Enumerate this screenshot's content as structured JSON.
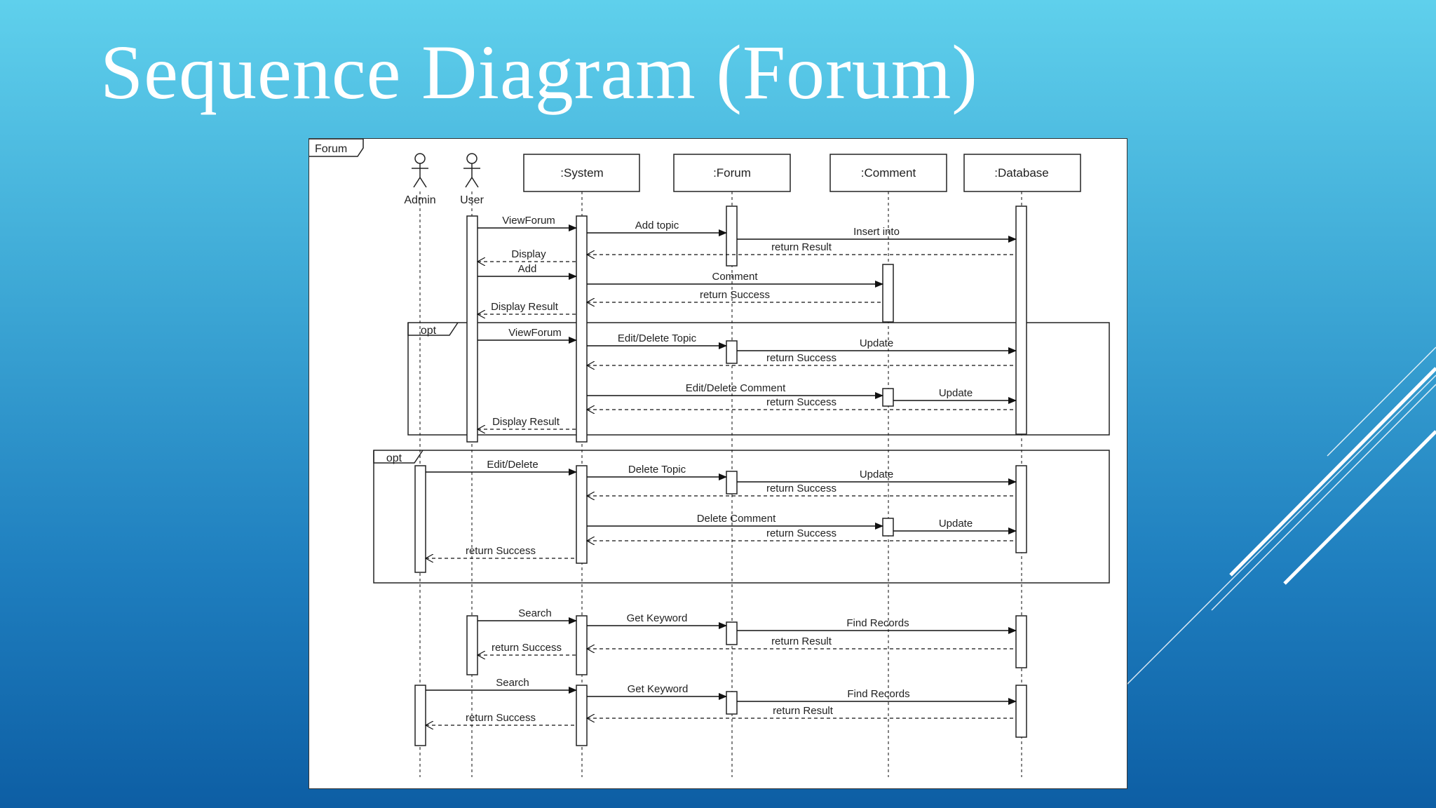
{
  "slide": {
    "title": "Sequence Diagram (Forum)"
  },
  "diagram": {
    "frame_label": "Forum",
    "actors": {
      "admin": "Admin",
      "user": "User"
    },
    "objects": {
      "system": ":System",
      "forum": ":Forum",
      "comment": ":Comment",
      "database": ":Database"
    },
    "fragments": {
      "opt1": "opt",
      "opt2": "opt"
    },
    "messages": {
      "m1": "ViewForum",
      "m2": "Add topic",
      "m3": "Insert into",
      "m4": "return Result",
      "m5": "Display",
      "m6": "Add",
      "m7": "Comment",
      "m8": "return Success",
      "m9": "Display Result",
      "m10": "ViewForum",
      "m11": "Edit/Delete Topic",
      "m12": "Update",
      "m13": "return Success",
      "m14": "Edit/Delete Comment",
      "m15": "Update",
      "m16": "return Success",
      "m17": "Display Result",
      "m18": "Edit/Delete",
      "m19": "Delete Topic",
      "m20": "Update",
      "m21": "return Success",
      "m22": "Delete Comment",
      "m23": "Update",
      "m24": "return Success",
      "m25": "return Success",
      "m26": "Search",
      "m27": "Get Keyword",
      "m28": "Find Records",
      "m29": "return Result",
      "m30": "return Success",
      "m31": "Search",
      "m32": "Get Keyword",
      "m33": "Find Records",
      "m34": "return Result",
      "m35": "return Success"
    }
  }
}
